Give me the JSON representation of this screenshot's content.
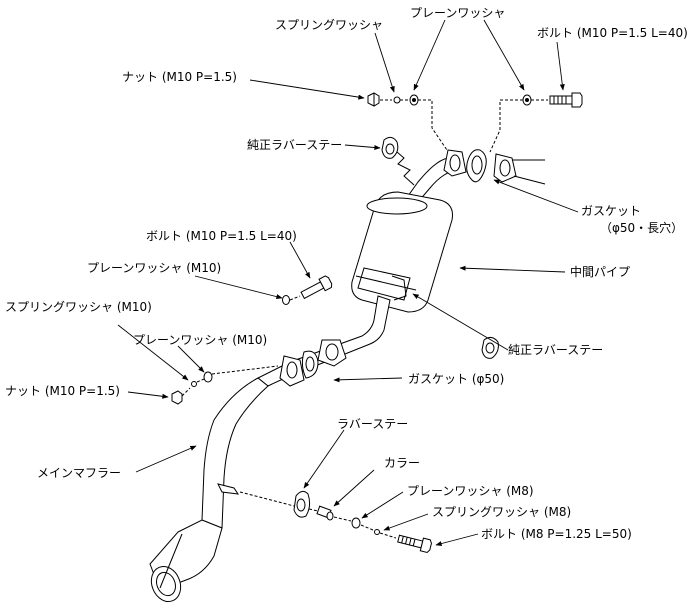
{
  "labels": {
    "top_spring_washer": "スプリングワッシャ",
    "top_plain_washer": "プレーンワッシャ",
    "top_bolt": "ボルト (M10 P=1.5 L=40)",
    "top_nut": "ナット (M10 P=1.5)",
    "top_rubber_stay": "純正ラバーステー",
    "gasket_oval_line1": "ガスケット",
    "gasket_oval_line2": "（φ50・長穴）",
    "mid_pipe": "中間パイプ",
    "mid_bolt": "ボルト (M10 P=1.5 L=40)",
    "mid_plain_washer_m10": "プレーンワッシャ (M10)",
    "mid_spring_washer_m10": "スプリングワッシャ (M10)",
    "mid_plain_washer_m10_b": "プレーンワッシャ (M10)",
    "mid_nut": "ナット (M10 P=1.5)",
    "mid_rubber_stay": "純正ラバーステー",
    "gasket_50": "ガスケット (φ50)",
    "main_muffler": "メインマフラー",
    "rubber_stay": "ラバーステー",
    "collar": "カラー",
    "plain_washer_m8": "プレーンワッシャ (M8)",
    "spring_washer_m8": "スプリングワッシャ (M8)",
    "bolt_m8": "ボルト (M8 P=1.25 L=50)"
  }
}
